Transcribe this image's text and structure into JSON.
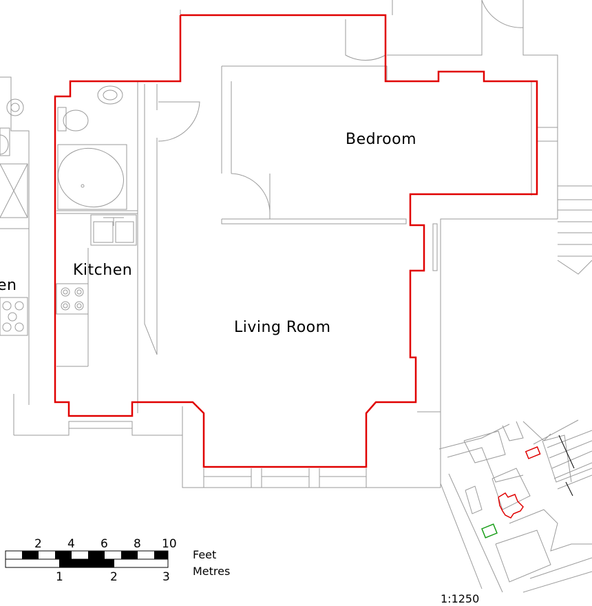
{
  "rooms": {
    "bedroom": "Bedroom",
    "kitchen": "Kitchen",
    "living_room": "Living Room",
    "neighbour_kitchen_fragment": "en"
  },
  "scale_bar": {
    "feet_ticks": [
      "2",
      "4",
      "6",
      "8",
      "10"
    ],
    "metre_ticks": [
      "1",
      "2",
      "3"
    ],
    "feet_unit": "Feet",
    "metres_unit": "Metres"
  },
  "location_plan": {
    "scale": "1:1250"
  },
  "colors": {
    "subject_outline": "#e00000",
    "site_marker": "#1a9e1a",
    "linework": "#9a9a9a"
  }
}
